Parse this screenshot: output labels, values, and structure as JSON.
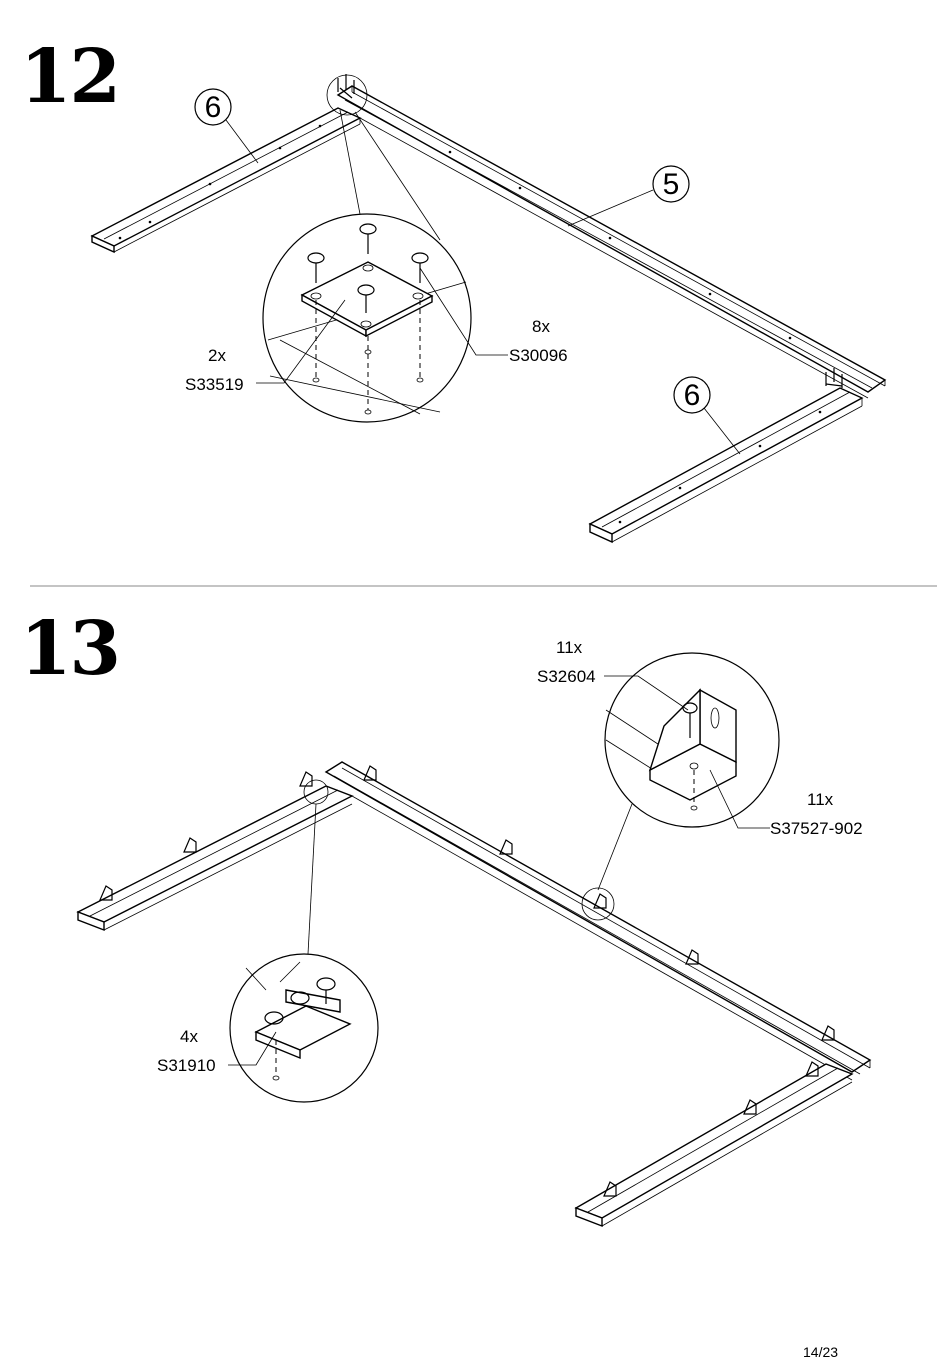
{
  "step12": {
    "number": "12",
    "callouts": {
      "part_a": "6",
      "part_b": "5",
      "part_c": "6"
    },
    "parts": [
      {
        "qty": "2x",
        "code": "S33519"
      },
      {
        "qty": "8x",
        "code": "S30096"
      }
    ]
  },
  "step13": {
    "number": "13",
    "parts": [
      {
        "qty": "11x",
        "code": "S32604"
      },
      {
        "qty": "11x",
        "code": "S37527-902"
      },
      {
        "qty": "4x",
        "code": "S31910"
      }
    ]
  },
  "footer": {
    "page": "14/23"
  }
}
